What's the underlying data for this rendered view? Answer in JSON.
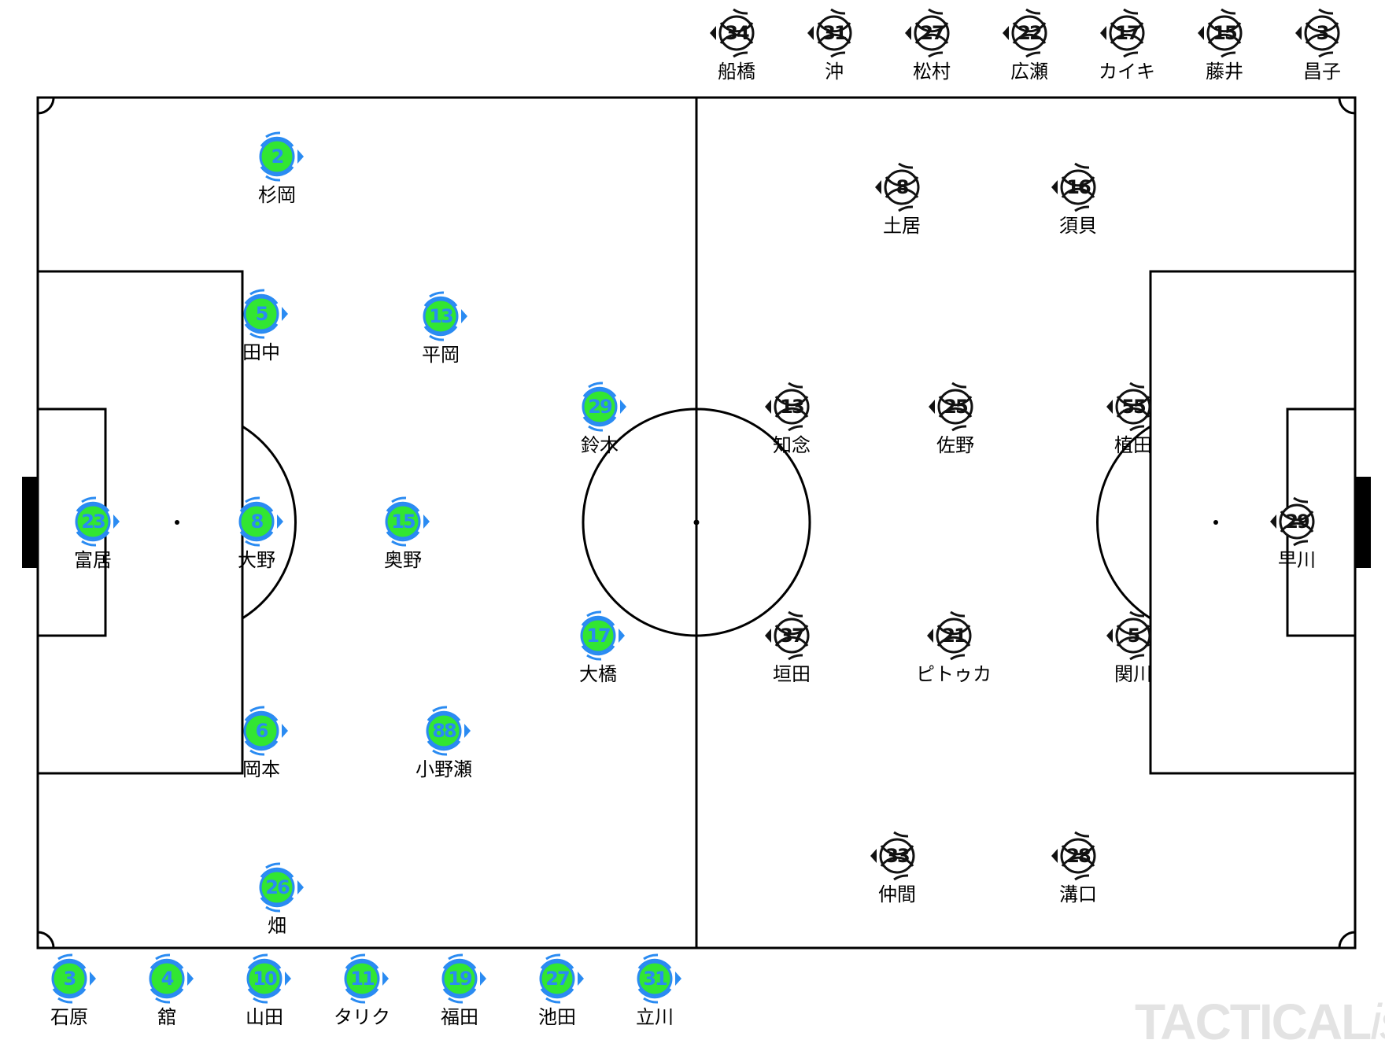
{
  "home_team": {
    "ring_color": "#2a8bf2",
    "fill_color": "#32e632",
    "starters": [
      {
        "number": "2",
        "name": "杉岡"
      },
      {
        "number": "5",
        "name": "田中"
      },
      {
        "number": "13",
        "name": "平岡"
      },
      {
        "number": "29",
        "name": "鈴木"
      },
      {
        "number": "23",
        "name": "富居"
      },
      {
        "number": "8",
        "name": "大野"
      },
      {
        "number": "15",
        "name": "奥野"
      },
      {
        "number": "17",
        "name": "大橋"
      },
      {
        "number": "6",
        "name": "岡本"
      },
      {
        "number": "88",
        "name": "小野瀬"
      },
      {
        "number": "26",
        "name": "畑"
      }
    ],
    "substitutes": [
      {
        "number": "3",
        "name": "石原"
      },
      {
        "number": "4",
        "name": "舘"
      },
      {
        "number": "10",
        "name": "山田"
      },
      {
        "number": "11",
        "name": "タリク"
      },
      {
        "number": "19",
        "name": "福田"
      },
      {
        "number": "27",
        "name": "池田"
      },
      {
        "number": "31",
        "name": "立川"
      }
    ]
  },
  "away_team": {
    "ring_color": "#111111",
    "fill_color": "#ffffff",
    "starters": [
      {
        "number": "8",
        "name": "土居"
      },
      {
        "number": "16",
        "name": "須貝"
      },
      {
        "number": "13",
        "name": "知念"
      },
      {
        "number": "25",
        "name": "佐野"
      },
      {
        "number": "55",
        "name": "植田"
      },
      {
        "number": "29",
        "name": "早川"
      },
      {
        "number": "37",
        "name": "垣田"
      },
      {
        "number": "21",
        "name": "ピトゥカ"
      },
      {
        "number": "5",
        "name": "関川"
      },
      {
        "number": "33",
        "name": "仲間"
      },
      {
        "number": "28",
        "name": "溝口"
      }
    ],
    "substitutes": [
      {
        "number": "34",
        "name": "船橋"
      },
      {
        "number": "31",
        "name": "沖"
      },
      {
        "number": "27",
        "name": "松村"
      },
      {
        "number": "22",
        "name": "広瀬"
      },
      {
        "number": "17",
        "name": "カイキ"
      },
      {
        "number": "15",
        "name": "藤井"
      },
      {
        "number": "3",
        "name": "昌子"
      }
    ]
  },
  "watermark": {
    "bold": "TACTICAL",
    "italic": "ista"
  }
}
